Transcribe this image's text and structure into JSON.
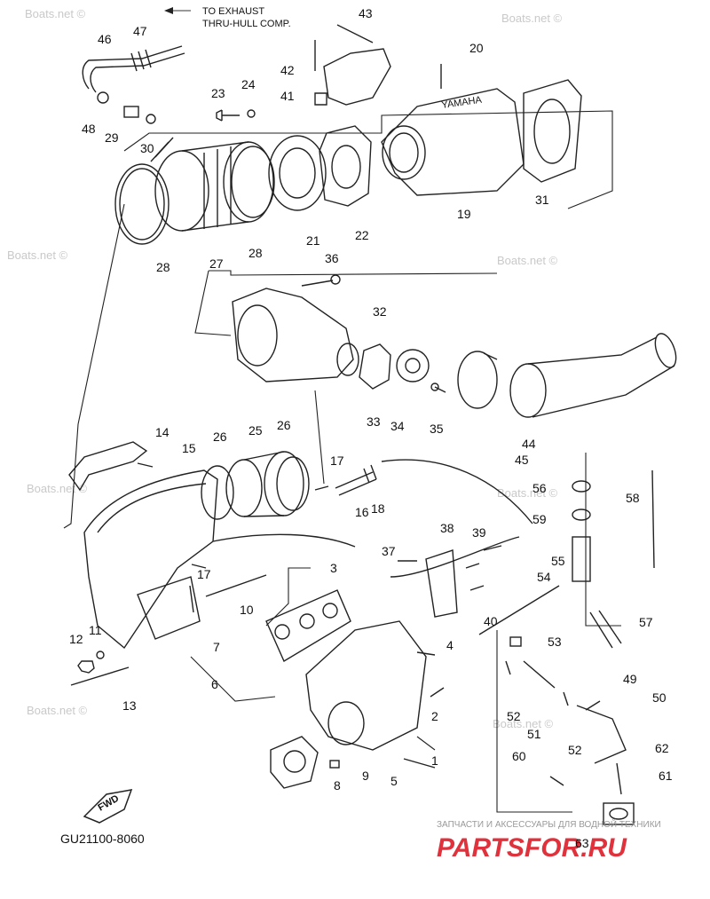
{
  "exhaust_note_line1": "TO EXHAUST",
  "exhaust_note_line2": "THRU-HULL COMP.",
  "diagram_code": "GU21100-8060",
  "fwd_label": "FWD",
  "brand_stamp": "YAMAHA",
  "watermark": "Boats.net ©",
  "footer_ru": "ЗАПЧАСТИ И АКСЕССУАРЫ ДЛЯ ВОДНОЙ ТЕХНИКИ",
  "footer_logo": "PARTSFOR.RU",
  "footer_logo_color": "#e0323c",
  "callouts": [
    "1",
    "2",
    "3",
    "4",
    "5",
    "6",
    "7",
    "8",
    "9",
    "10",
    "11",
    "12",
    "13",
    "14",
    "15",
    "16",
    "17",
    "17",
    "18",
    "19",
    "20",
    "21",
    "22",
    "23",
    "24",
    "25",
    "26",
    "26",
    "27",
    "28",
    "28",
    "29",
    "30",
    "31",
    "32",
    "33",
    "34",
    "35",
    "36",
    "37",
    "38",
    "39",
    "40",
    "41",
    "42",
    "43",
    "44",
    "45",
    "46",
    "47",
    "48",
    "49",
    "50",
    "51",
    "52",
    "52",
    "53",
    "54",
    "55",
    "56",
    "57",
    "58",
    "59",
    "60",
    "61",
    "62",
    "63"
  ]
}
